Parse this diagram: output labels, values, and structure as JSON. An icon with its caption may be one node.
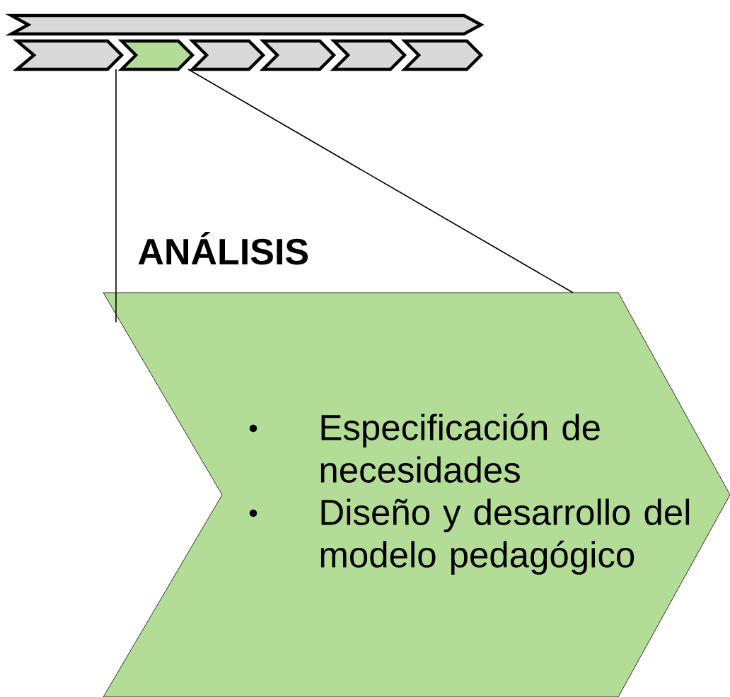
{
  "diagram": {
    "nodes": [
      {
        "text": [],
        "shape": "chevron"
      },
      {
        "text": [],
        "shape": "chevron"
      },
      {
        "text": [],
        "shape": "chevron"
      },
      {
        "text": [],
        "shape": "chevron"
      },
      {
        "text": [],
        "shape": "chevron"
      },
      {
        "text": [],
        "shape": "chevron"
      },
      {
        "text": [],
        "shape": "chevron"
      },
      {
        "text": [
          "ANÁLISIS",
          "Especificación de necesidades",
          "Diseño y desarrollo del modelo pedagógico"
        ]
      }
    ],
    "edges": [
      {
        "from": 2,
        "to": 7,
        "arrow": "none"
      },
      {
        "from": 2,
        "to": 7,
        "arrow": "none"
      }
    ]
  }
}
